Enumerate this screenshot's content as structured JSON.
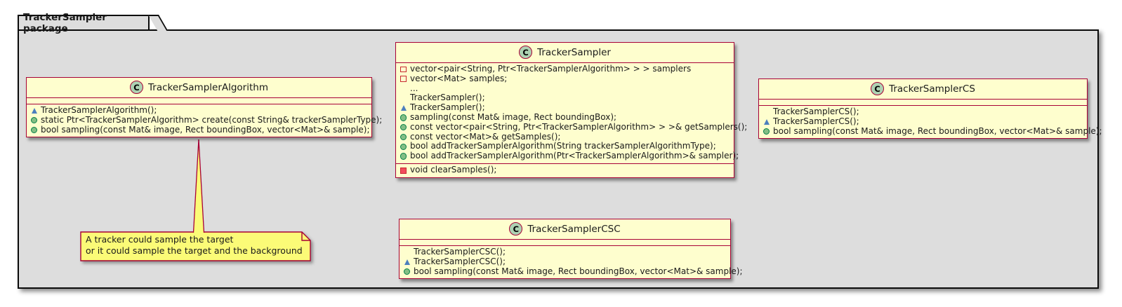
{
  "package": {
    "title": "TrackerSampler package"
  },
  "decor": {
    "class_letter": "C"
  },
  "colors": {
    "class_fill": "#FEFECE",
    "class_border": "#A80036",
    "note_fill": "#FBFB77",
    "circle_fill": "#ADD1B2",
    "package_fill": "#DDDDDD",
    "public_icon": "#84BE84",
    "package_icon": "#4C7FBE",
    "private_icon": "#F24D5C"
  },
  "classes": {
    "tracker_sampler_algorithm": {
      "name": "TrackerSamplerAlgorithm",
      "members": [
        {
          "visibility": "package",
          "text": "TrackerSamplerAlgorithm();"
        },
        {
          "visibility": "public",
          "text": "static Ptr<TrackerSamplerAlgorithm> create(const String& trackerSamplerType);"
        },
        {
          "visibility": "public",
          "text": "bool sampling(const Mat& image, Rect boundingBox, vector<Mat>& sample);"
        }
      ]
    },
    "tracker_sampler": {
      "name": "TrackerSampler",
      "members": [
        {
          "visibility": "private-field",
          "text": "vector<pair<String, Ptr<TrackerSamplerAlgorithm> > > samplers"
        },
        {
          "visibility": "private-field",
          "text": "vector<Mat> samples;"
        },
        {
          "visibility": "none",
          "text": "..."
        },
        {
          "visibility": "none",
          "text": "TrackerSampler();"
        },
        {
          "visibility": "package",
          "text": "TrackerSampler();"
        },
        {
          "visibility": "public",
          "text": "sampling(const Mat& image, Rect boundingBox);"
        },
        {
          "visibility": "public",
          "text": "const vector<pair<String, Ptr<TrackerSamplerAlgorithm> > >& getSamplers();"
        },
        {
          "visibility": "public",
          "text": "const vector<Mat>& getSamples();"
        },
        {
          "visibility": "public",
          "text": "bool addTrackerSamplerAlgorithm(String trackerSamplerAlgorithmType);"
        },
        {
          "visibility": "public",
          "text": "bool addTrackerSamplerAlgorithm(Ptr<TrackerSamplerAlgorithm>& sampler);"
        }
      ],
      "private_members": [
        {
          "visibility": "private-method",
          "text": "void clearSamples();"
        }
      ]
    },
    "tracker_sampler_cs": {
      "name": "TrackerSamplerCS",
      "members": [
        {
          "visibility": "none",
          "text": "TrackerSamplerCS();"
        },
        {
          "visibility": "package",
          "text": "TrackerSamplerCS();"
        },
        {
          "visibility": "public",
          "text": "bool sampling(const Mat& image, Rect boundingBox, vector<Mat>& sample);"
        }
      ]
    },
    "tracker_sampler_csc": {
      "name": "TrackerSamplerCSC",
      "members": [
        {
          "visibility": "none",
          "text": "TrackerSamplerCSC();"
        },
        {
          "visibility": "package",
          "text": "TrackerSamplerCSC();"
        },
        {
          "visibility": "public",
          "text": "bool sampling(const Mat& image, Rect boundingBox, vector<Mat>& sample);"
        }
      ]
    }
  },
  "note": {
    "lines": [
      "A tracker could sample the target",
      "or it could sample the target and the background"
    ]
  }
}
